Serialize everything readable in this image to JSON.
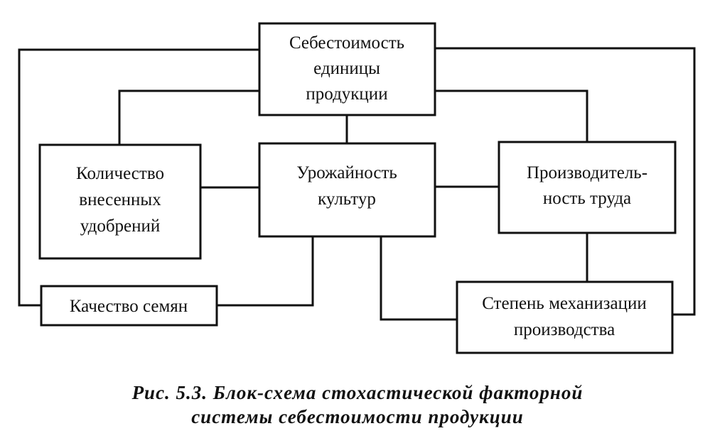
{
  "diagram": {
    "nodes": {
      "unit_cost": [
        "Себестоимость",
        "единицы",
        "продукции"
      ],
      "fertilizer": [
        "Количество",
        "внесенных",
        "удобрений"
      ],
      "yield": [
        "Урожайность",
        "культур"
      ],
      "productivity": [
        "Производитель-",
        "ность труда"
      ],
      "seed_quality": [
        "Качество семян"
      ],
      "mechanization": [
        "Степень механизации",
        "производства"
      ]
    }
  },
  "caption": {
    "line1": "Рис. 5.3. Блок-схема стохастической факторной",
    "line2": "системы себестоимости  продукции"
  }
}
